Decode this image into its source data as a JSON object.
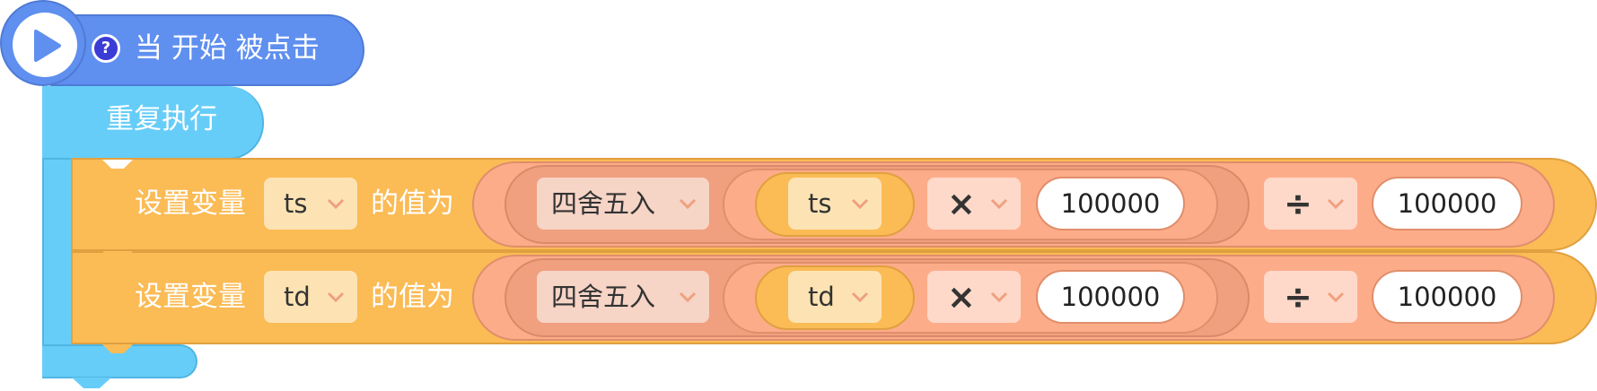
{
  "hat": {
    "label": "当 开始 被点击",
    "help_glyph": "?",
    "play_icon": "play-icon",
    "color": "#5f8fef"
  },
  "repeat": {
    "label": "重复执行",
    "color": "#66cdf8"
  },
  "rows": [
    {
      "set_label": "设置变量",
      "variable": "ts",
      "value_label": "的值为",
      "round_label": "四舍五入",
      "operand_var": "ts",
      "op1_symbol": "×",
      "num1": "100000",
      "op2_symbol": "÷",
      "num2": "100000"
    },
    {
      "set_label": "设置变量",
      "variable": "td",
      "value_label": "的值为",
      "round_label": "四舍五入",
      "operand_var": "td",
      "op1_symbol": "×",
      "num1": "100000",
      "op2_symbol": "÷",
      "num2": "100000"
    }
  ],
  "colors": {
    "variable_block": "#fbbb55",
    "operator_block": "#fdac8a",
    "chevron": "#f0a07f"
  }
}
